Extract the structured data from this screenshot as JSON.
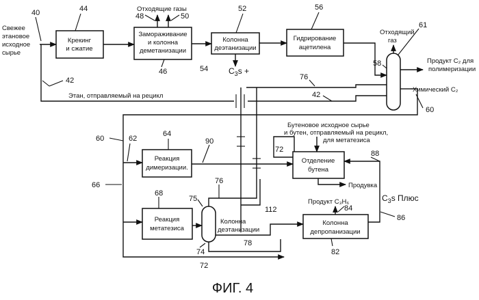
{
  "figure": {
    "caption": "ФИГ. 4"
  },
  "boxes": {
    "cracking": [
      "Крекинг",
      "и сжатие"
    ],
    "freezing": [
      "Замораживание",
      "и колонна",
      "деметанизации"
    ],
    "deethanizer_top": [
      "Колонна",
      "деэтанизации"
    ],
    "hydrogenation": [
      "Гидрирование",
      "ацетилена"
    ],
    "dimerization": [
      "Реакция",
      "димеризации."
    ],
    "butene_separation": [
      "Отделение",
      "бутена"
    ],
    "metathesis": [
      "Реакция",
      "метатезиса"
    ],
    "depropanizer": [
      "Колонна",
      "депропанизации"
    ]
  },
  "labels": {
    "feed": [
      "Свежее",
      "этановое",
      "исходное",
      "сырье"
    ],
    "offgases": "Отходящие газы",
    "offgas": [
      "Отходящий",
      "газ"
    ],
    "c3s_plus_top": "C",
    "c3s_plus_top_sub": "3",
    "c3s_plus_top_rest": "s +",
    "ethane_recycle": "Этан, отправляемый на рецикл",
    "product_c2": [
      "Продукт C₂ для",
      "полимеризации"
    ],
    "chemical_c2": "Химический C₂",
    "butene_feed": [
      "Бутеновое исходное сырье",
      "и бутен, отправляемый на рецикл,",
      "для метатезиса"
    ],
    "purge": "Продувка",
    "c3s_plus_right": "C",
    "c3s_plus_right_sub": "3",
    "c3s_plus_right_rest": "s Плюс",
    "product_c3h6": "Продукт C₃H₆",
    "deethanizer_bottom": [
      "Колонна",
      "деэтанизации"
    ]
  },
  "numbers": {
    "n40": "40",
    "n44": "44",
    "n48": "48",
    "n50": "50",
    "n52": "52",
    "n56": "56",
    "n46": "46",
    "n54": "54",
    "n61": "61",
    "n58": "58",
    "n42a": "42",
    "n76a": "76",
    "n42b": "42",
    "n60a": "60",
    "n60b": "60",
    "n62": "62",
    "n64": "64",
    "n90": "90",
    "n72a": "72",
    "n88": "88",
    "n66": "66",
    "n68": "68",
    "n76b": "76",
    "n75": "75",
    "n112": "112",
    "n84": "84",
    "n86": "86",
    "n74": "74",
    "n78": "78",
    "n82": "82",
    "n72b": "72"
  }
}
